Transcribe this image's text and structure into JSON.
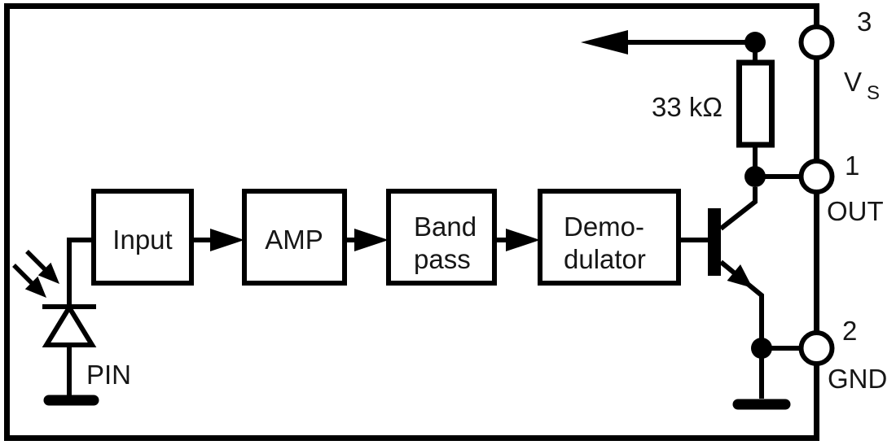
{
  "blocks": [
    {
      "label": "Input"
    },
    {
      "label": "AMP"
    },
    {
      "line1": "Band",
      "line2": "pass"
    },
    {
      "line1": "Demo-",
      "line2": "dulator"
    }
  ],
  "photodiode": {
    "label": "PIN"
  },
  "resistor": {
    "value": "33 kΩ"
  },
  "pins": {
    "vs": {
      "number": "3",
      "name_main": "V",
      "name_sub": "S"
    },
    "out": {
      "number": "1",
      "name": "OUT"
    },
    "gnd": {
      "number": "2",
      "name": "GND"
    }
  },
  "colors": {
    "stroke": "#000000",
    "background": "#ffffff"
  }
}
